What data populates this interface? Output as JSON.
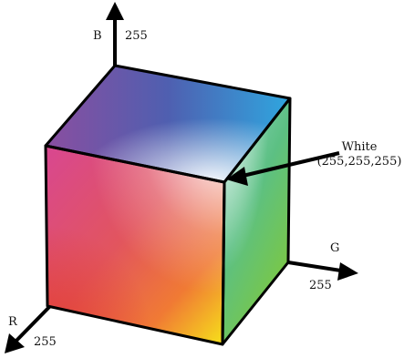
{
  "axes": {
    "b": {
      "letter": "B",
      "max": "255"
    },
    "g": {
      "letter": "G",
      "max": "255"
    },
    "r": {
      "letter": "R",
      "max": "255"
    }
  },
  "annotation": {
    "name": "White",
    "rgb": "(255,255,255)"
  },
  "colors": {
    "black": "#000000",
    "blue": "#3a3f9c",
    "cyan": "#37a8df",
    "white": "#f8f6f4",
    "magenta": "#d93a86",
    "red": "#e5452f",
    "yellow": "#f4e21c",
    "green": "#4ab64a"
  }
}
